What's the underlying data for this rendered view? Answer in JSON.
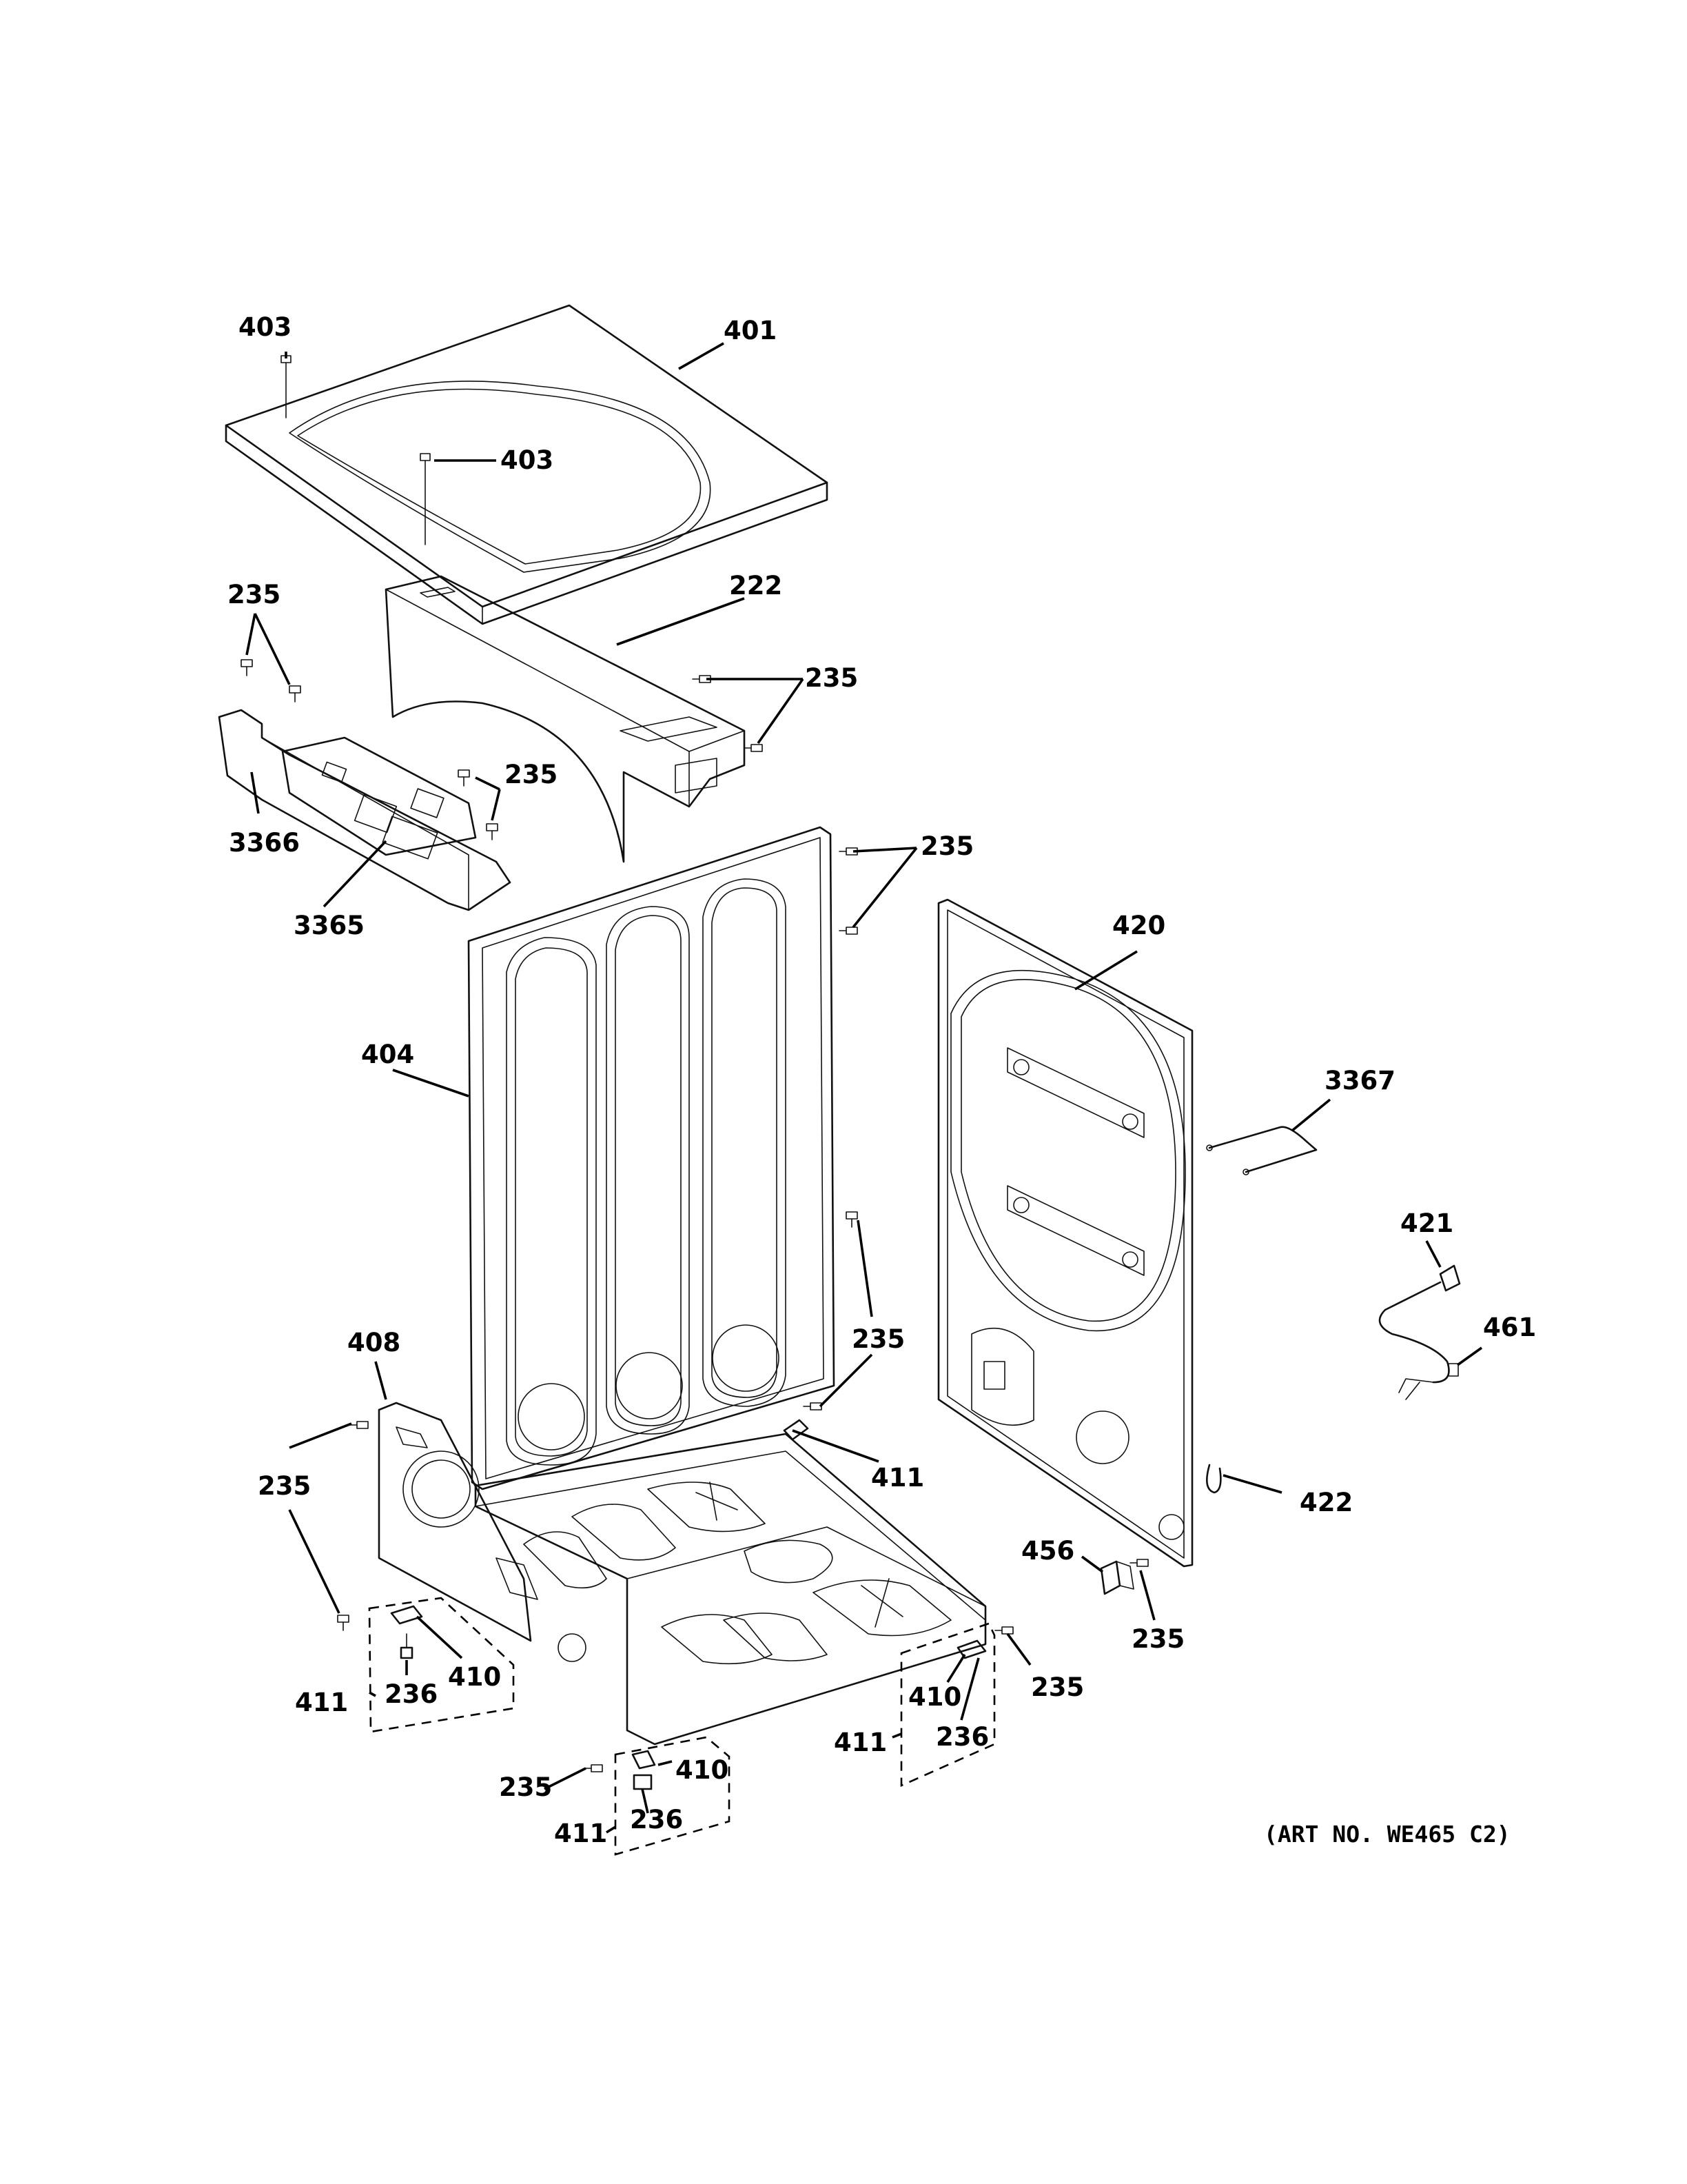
{
  "diagram": {
    "art_number": "(ART NO. WE465 C2)",
    "callouts": [
      {
        "id": "c-403-a",
        "text": "403"
      },
      {
        "id": "c-401",
        "text": "401"
      },
      {
        "id": "c-403-b",
        "text": "403"
      },
      {
        "id": "c-235-a",
        "text": "235"
      },
      {
        "id": "c-222",
        "text": "222"
      },
      {
        "id": "c-235-b",
        "text": "235"
      },
      {
        "id": "c-235-c",
        "text": "235"
      },
      {
        "id": "c-3366",
        "text": "3366"
      },
      {
        "id": "c-3365",
        "text": "3365"
      },
      {
        "id": "c-235-d",
        "text": "235"
      },
      {
        "id": "c-420",
        "text": "420"
      },
      {
        "id": "c-404",
        "text": "404"
      },
      {
        "id": "c-3367",
        "text": "3367"
      },
      {
        "id": "c-421",
        "text": "421"
      },
      {
        "id": "c-461",
        "text": "461"
      },
      {
        "id": "c-408",
        "text": "408"
      },
      {
        "id": "c-235-e",
        "text": "235"
      },
      {
        "id": "c-411-a",
        "text": "411"
      },
      {
        "id": "c-235-f",
        "text": "235"
      },
      {
        "id": "c-422",
        "text": "422"
      },
      {
        "id": "c-456",
        "text": "456"
      },
      {
        "id": "c-235-g",
        "text": "235"
      },
      {
        "id": "c-410-a",
        "text": "410"
      },
      {
        "id": "c-411-b",
        "text": "411"
      },
      {
        "id": "c-236-a",
        "text": "236"
      },
      {
        "id": "c-410-b",
        "text": "410"
      },
      {
        "id": "c-235-h",
        "text": "235"
      },
      {
        "id": "c-236-b",
        "text": "236"
      },
      {
        "id": "c-411-c",
        "text": "411"
      },
      {
        "id": "c-235-i",
        "text": "235"
      },
      {
        "id": "c-410-c",
        "text": "410"
      },
      {
        "id": "c-411-d",
        "text": "411"
      },
      {
        "id": "c-236-c",
        "text": "236"
      }
    ]
  }
}
